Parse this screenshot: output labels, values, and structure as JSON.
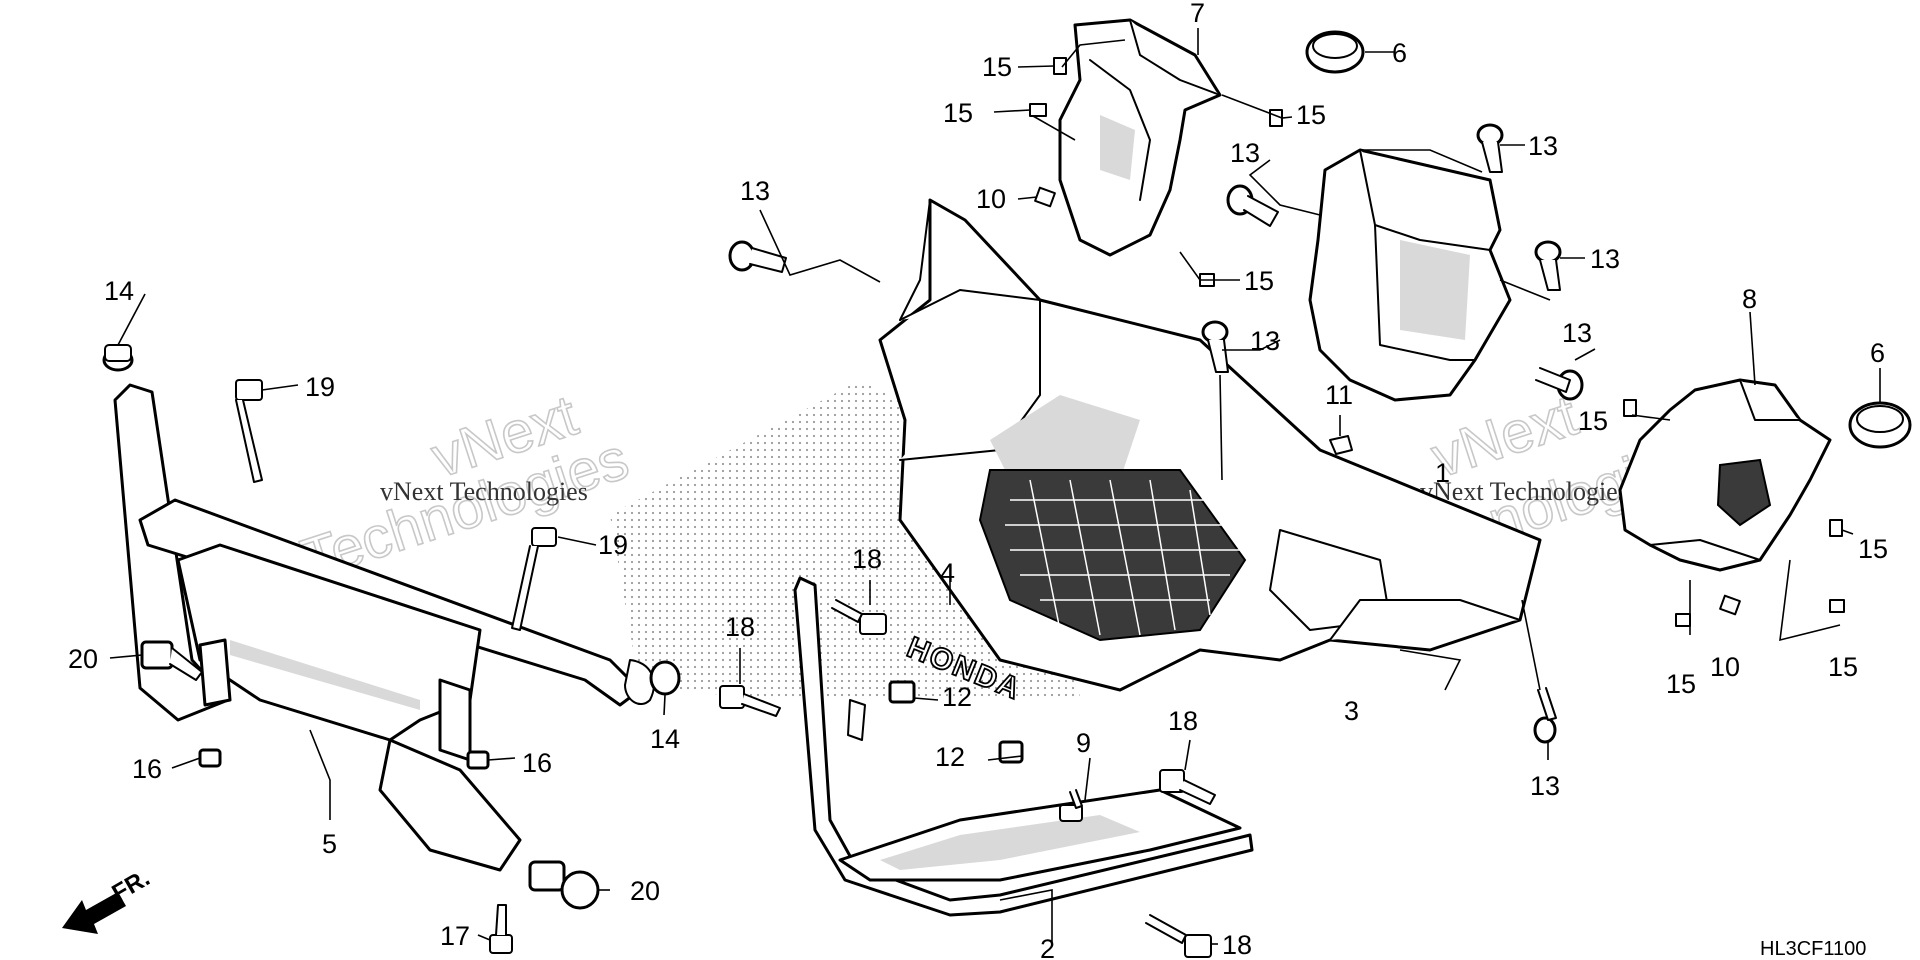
{
  "diagram": {
    "code": "HL3CF1100",
    "direction_label": "FR.",
    "logo_text": "HONDA",
    "watermark": {
      "line1": "vNext",
      "line2": "Technologies",
      "caption": "vNext Technologies"
    },
    "callouts": [
      "1",
      "2",
      "3",
      "4",
      "5",
      "6",
      "7",
      "8",
      "9",
      "10",
      "11",
      "12",
      "13",
      "14",
      "15",
      "16",
      "17",
      "18",
      "19",
      "20"
    ]
  },
  "labels": {
    "l1": "1",
    "l2": "2",
    "l3": "3",
    "l4": "4",
    "l5": "5",
    "l6a": "6",
    "l6b": "6",
    "l7": "7",
    "l8": "8",
    "l9": "9",
    "l10a": "10",
    "l10b": "10",
    "l11": "11",
    "l12a": "12",
    "l12b": "12",
    "l13a": "13",
    "l13b": "13",
    "l13c": "13",
    "l13d": "13",
    "l13e": "13",
    "l13f": "13",
    "l13g": "13",
    "l14a": "14",
    "l14b": "14",
    "l15a": "15",
    "l15b": "15",
    "l15c": "15",
    "l15d": "15",
    "l15e": "15",
    "l15f": "15",
    "l15g": "15",
    "l15h": "15",
    "l16a": "16",
    "l16b": "16",
    "l17": "17",
    "l18a": "18",
    "l18b": "18",
    "l18c": "18",
    "l18d": "18",
    "l19a": "19",
    "l19b": "19",
    "l20a": "20",
    "l20b": "20"
  }
}
